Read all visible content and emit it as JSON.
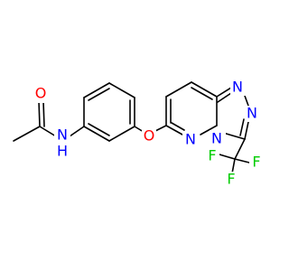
{
  "molecule": {
    "labels": {
      "O_carbonyl": "O",
      "N_amide": "N",
      "H_amide": "H",
      "O_ether": "O",
      "N_ring_1": "N",
      "N_ring_2": "N",
      "N_ring_3": "N",
      "N_ring_4": "N",
      "F_1": "F",
      "F_2": "F",
      "F_3": "F"
    },
    "colors": {
      "oxygen": "#ff0000",
      "nitrogen": "#0000ff",
      "fluorine": "#00cc00",
      "bond": "#000000"
    }
  }
}
